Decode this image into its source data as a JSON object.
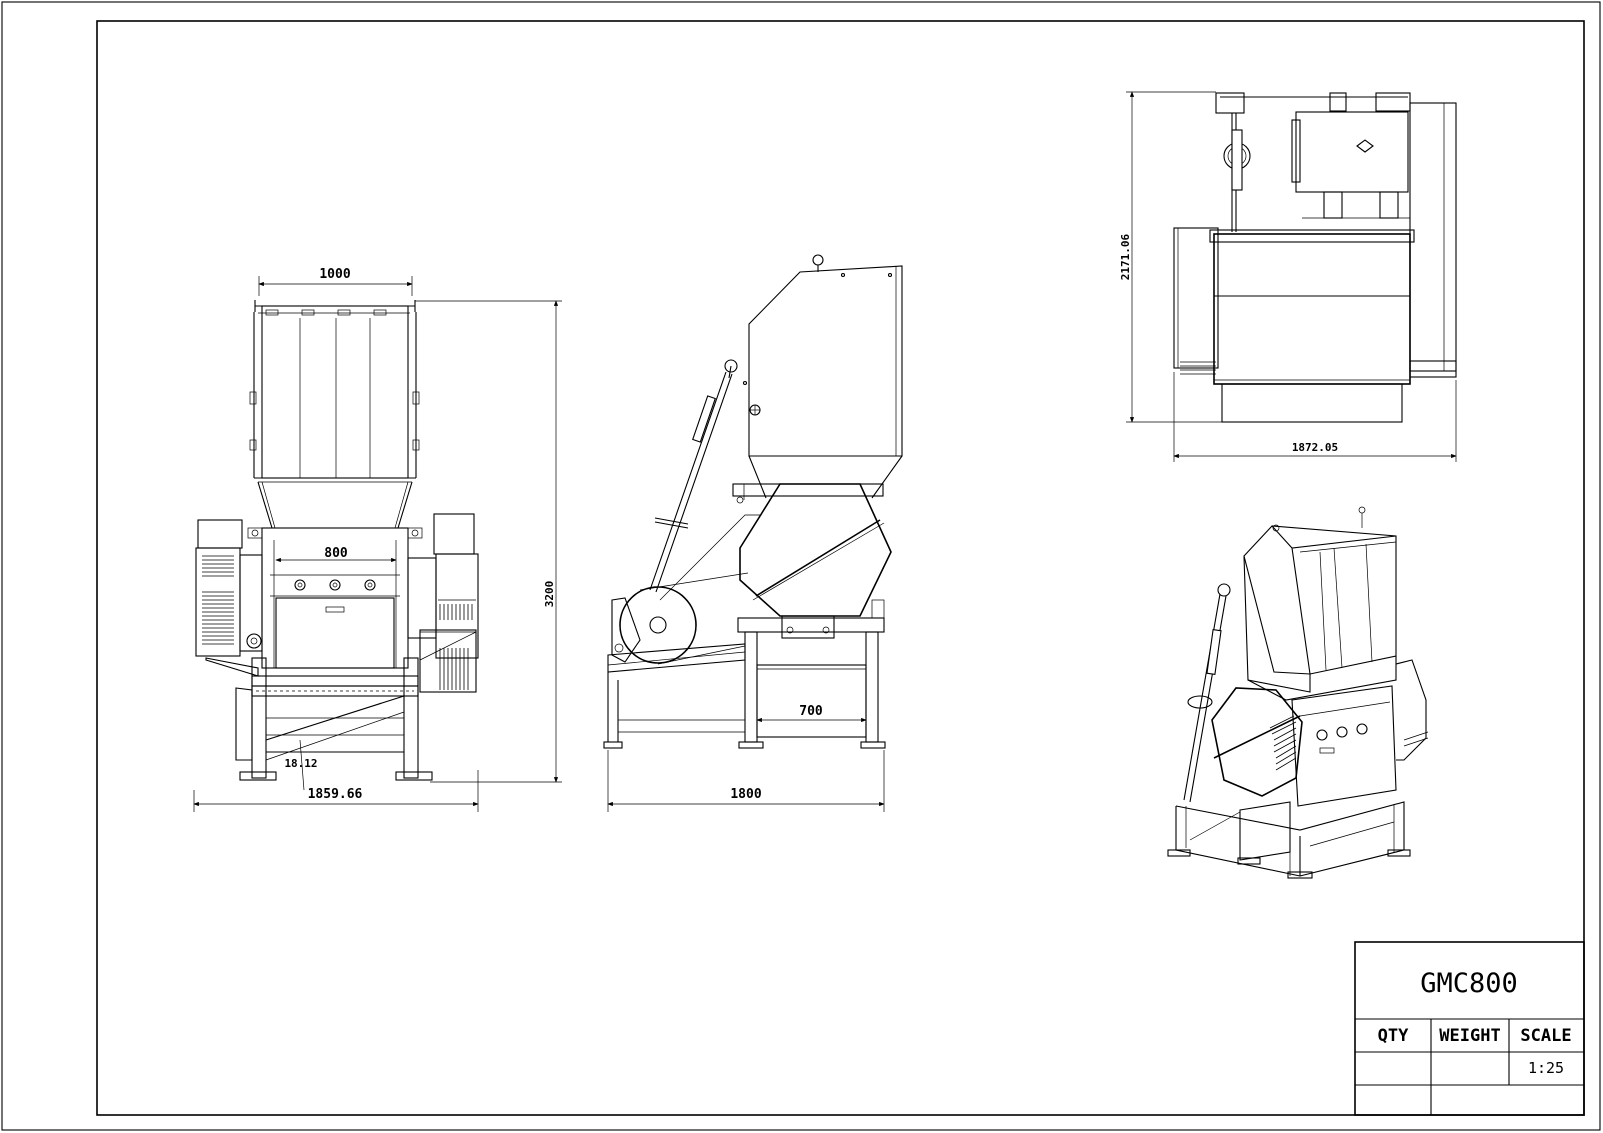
{
  "drawing": {
    "front_view": {
      "width_top": "1000",
      "width_mid": "800",
      "height": "3200",
      "width_base": "1859.66",
      "small_dim": "18.12"
    },
    "side_view": {
      "inner_width": "700",
      "width": "1800"
    },
    "top_view": {
      "height": "2171.06",
      "width": "1872.05"
    }
  },
  "title_block": {
    "model": "GMC800",
    "headers": [
      "QTY",
      "WEIGHT",
      "SCALE"
    ],
    "qty": "",
    "weight": "",
    "scale": "1:25"
  }
}
